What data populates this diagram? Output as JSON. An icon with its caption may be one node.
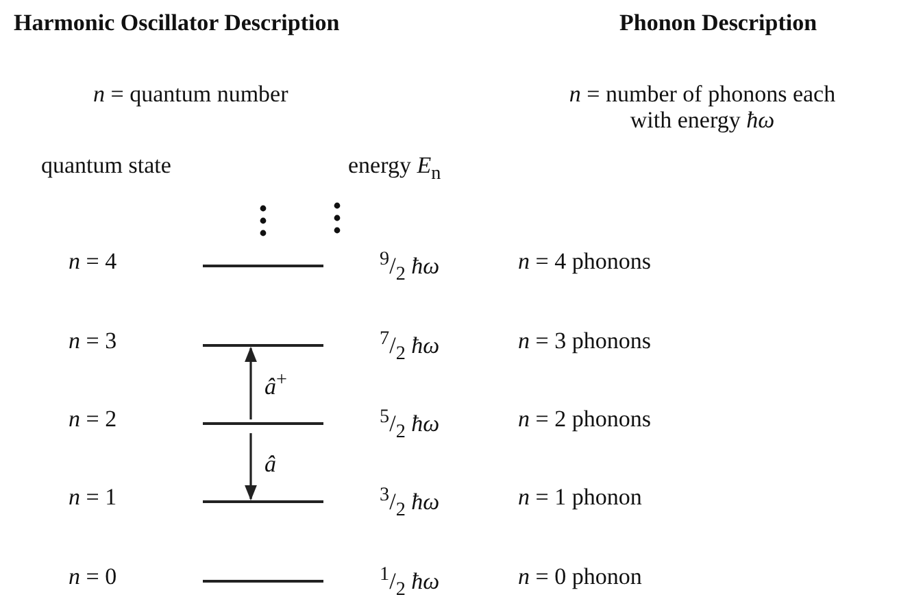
{
  "diagram": {
    "nodes": [
      {
        "text": [],
        "shape": "bar"
      },
      {
        "text": [],
        "shape": "bar"
      },
      {
        "text": [],
        "shape": "bar"
      },
      {
        "text": [],
        "shape": "bar"
      },
      {
        "text": [],
        "shape": "bar"
      }
    ],
    "edges": [
      {
        "from": 2,
        "to": 1,
        "arrow": "to",
        "label": "*â*$^{+}$"
      },
      {
        "from": 2,
        "to": 3,
        "arrow": "to",
        "label": "*â*"
      }
    ],
    "labels": [
      "Harmonic Oscillator Description",
      "Phonon Description",
      "*n* = quantum number",
      "*n* = number of phonons each with energy *ħω*",
      "quantum state",
      "energy *E*$_{n}$",
      "*n* = 4",
      "$^{9}$/$_{2}$ *ħω*",
      "*n* = 4 phonons",
      "*n* = 3",
      "$^{7}$/$_{2}$ *ħω*",
      "*n* = 3 phonons",
      "*n* = 2",
      "$^{5}$/$_{2}$ *ħω*",
      "*n* = 2 phonons",
      "*n* = 1",
      "$^{3}$/$_{2}$ *ħω*",
      "*n* = 1 phonon",
      "*n* = 0",
      "$^{1}$/$_{2}$ *ħω*",
      "*n* = 0 phonon"
    ]
  }
}
